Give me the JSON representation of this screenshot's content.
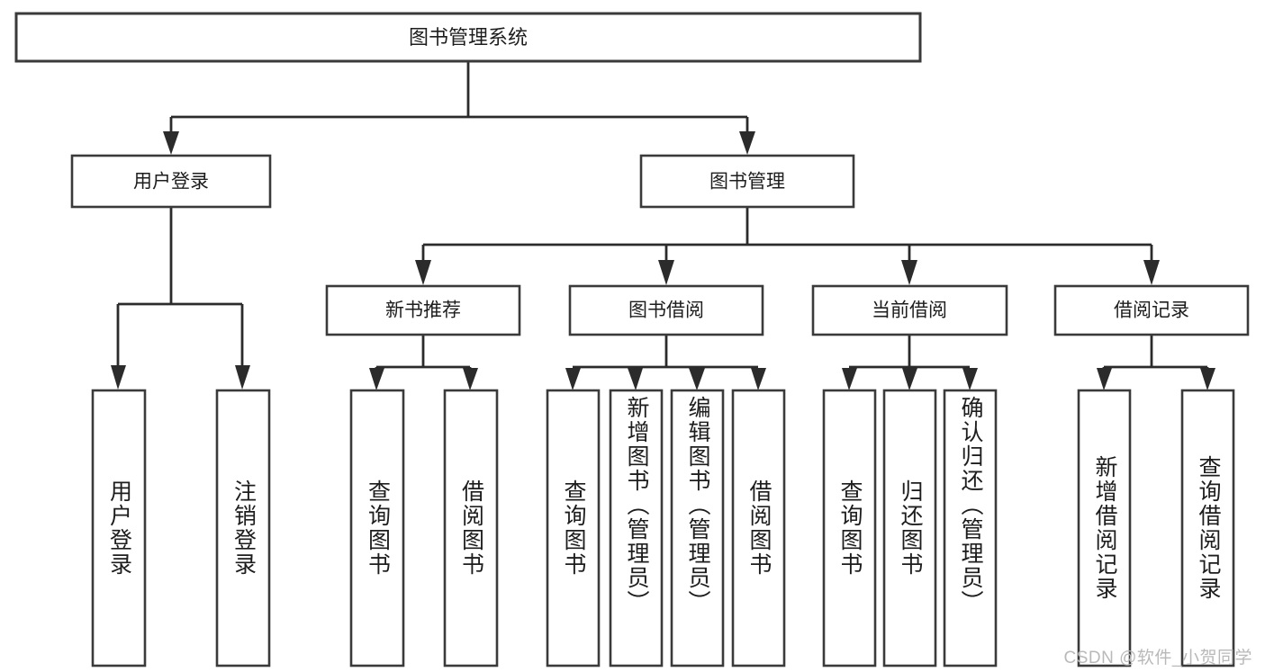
{
  "diagram": {
    "title": "图书管理系统",
    "type": "tree-hierarchy",
    "watermark": "CSDN @软件_小贺同学",
    "colors": {
      "box_stroke": "#3a3a3a",
      "connector": "#2b2b2b",
      "text": "#1d1d1d",
      "background": "#ffffff",
      "watermark": "#b9b9b9"
    },
    "root": {
      "id": "root",
      "label": "图书管理系统"
    },
    "level1": [
      {
        "id": "user-login",
        "label": "用户登录"
      },
      {
        "id": "book-manage",
        "label": "图书管理"
      }
    ],
    "level2": [
      {
        "id": "new-book-recommend",
        "label": "新书推荐",
        "parent": "book-manage"
      },
      {
        "id": "book-borrow",
        "label": "图书借阅",
        "parent": "book-manage"
      },
      {
        "id": "current-borrow",
        "label": "当前借阅",
        "parent": "book-manage"
      },
      {
        "id": "borrow-record",
        "label": "借阅记录",
        "parent": "book-manage"
      }
    ],
    "leaves": [
      {
        "id": "leaf-user-login",
        "label": "用户登录",
        "parent": "user-login"
      },
      {
        "id": "leaf-logout",
        "label": "注销登录",
        "parent": "user-login"
      },
      {
        "id": "leaf-query-book-1",
        "label": "查询图书",
        "parent": "new-book-recommend"
      },
      {
        "id": "leaf-borrow-book-1",
        "label": "借阅图书",
        "parent": "new-book-recommend"
      },
      {
        "id": "leaf-query-book-2",
        "label": "查询图书",
        "parent": "book-borrow"
      },
      {
        "id": "leaf-add-book",
        "label": "新增图书（管理员）",
        "parent": "book-borrow"
      },
      {
        "id": "leaf-edit-book",
        "label": "编辑图书（管理员）",
        "parent": "book-borrow"
      },
      {
        "id": "leaf-borrow-book-2",
        "label": "借阅图书",
        "parent": "book-borrow"
      },
      {
        "id": "leaf-query-book-3",
        "label": "查询图书",
        "parent": "current-borrow"
      },
      {
        "id": "leaf-return-book",
        "label": "归还图书",
        "parent": "current-borrow"
      },
      {
        "id": "leaf-confirm-return",
        "label": "确认归还（管理员）",
        "parent": "current-borrow"
      },
      {
        "id": "leaf-add-record",
        "label": "新增借阅记录",
        "parent": "borrow-record"
      },
      {
        "id": "leaf-query-record",
        "label": "查询借阅记录",
        "parent": "borrow-record"
      }
    ]
  }
}
